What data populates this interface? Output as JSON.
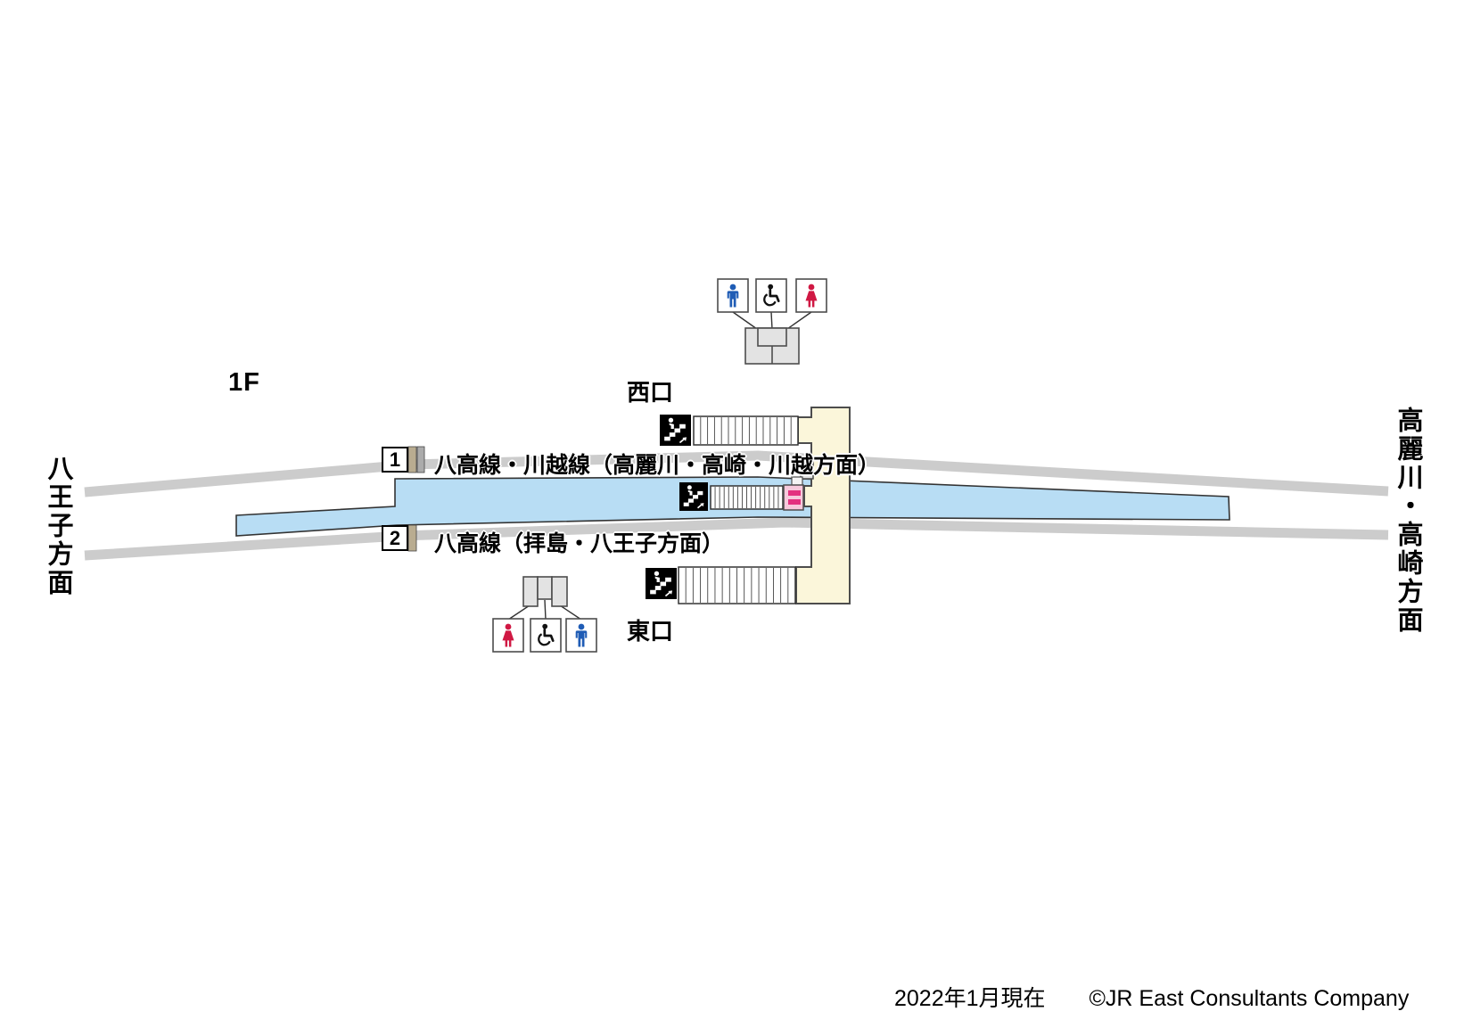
{
  "title": {
    "floor": "1F"
  },
  "exits": {
    "west": "西口",
    "east": "東口"
  },
  "directions": {
    "left": "八王子方面",
    "right": "高麗川・高崎方面"
  },
  "platforms": [
    {
      "number": "1",
      "line": "八高線・川越線（高麗川・高崎・川越方面）"
    },
    {
      "number": "2",
      "line": "八高線（拝島・八王子方面）"
    }
  ],
  "facilities": {
    "north_toilet_icons": [
      "male-toilet-icon",
      "wheelchair-accessible-icon",
      "female-toilet-icon"
    ],
    "south_toilet_icons": [
      "female-toilet-icon",
      "wheelchair-accessible-icon",
      "male-toilet-icon"
    ],
    "stairs_icons": [
      "west-exit-stairs-icon",
      "platform-stairs-icon",
      "east-exit-stairs-icon"
    ],
    "ticket_gate": "ticket-gate"
  },
  "footer": {
    "date": "2022年1月現在",
    "copyright": "©JR East Consultants Company"
  },
  "colors": {
    "platform_blue": "#b8ddf4",
    "track_gray": "#cccccc",
    "building_cream": "#fbf6da",
    "gate_pink": "#f7c9dc",
    "gate_bar_magenta": "#e3317f",
    "male_blue": "#1f5cb5",
    "female_red": "#d01843",
    "stripe_tan": "#b9ac90",
    "stripe_gray": "#ababab",
    "structure_gray": "#e3e3e3"
  }
}
